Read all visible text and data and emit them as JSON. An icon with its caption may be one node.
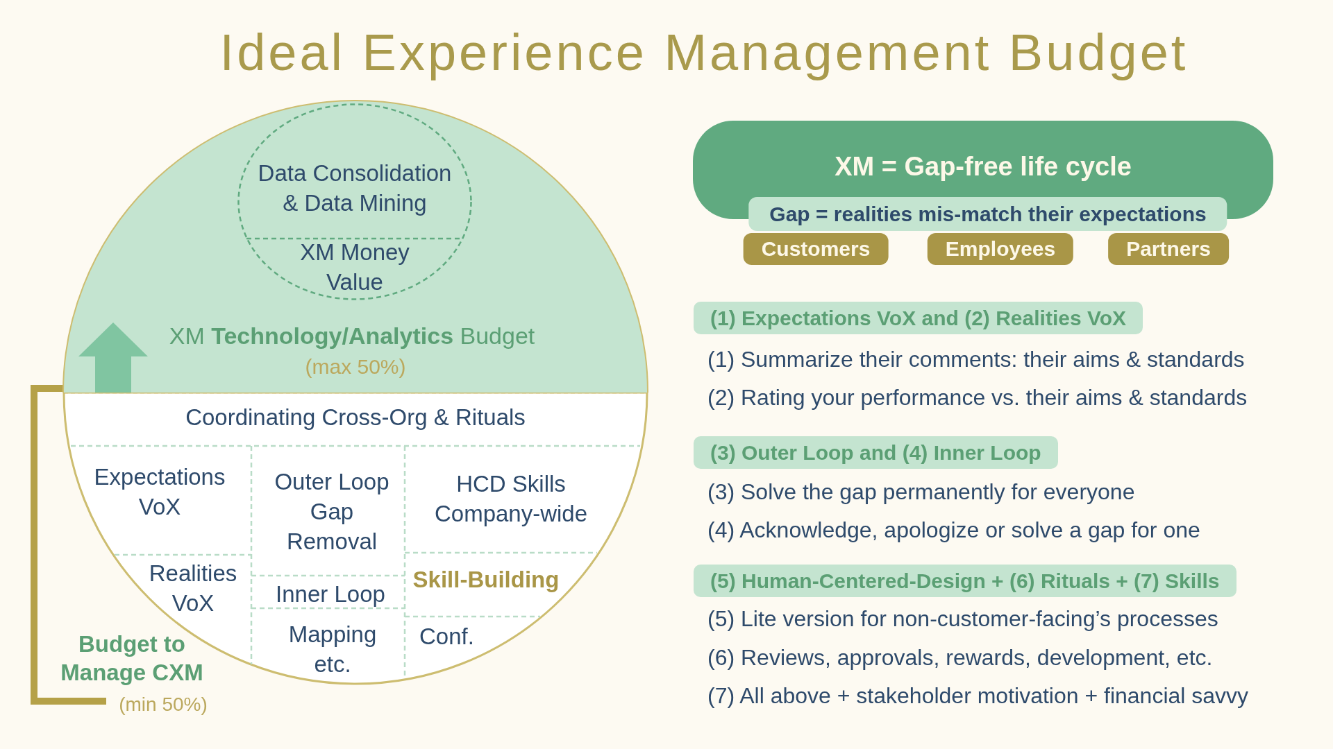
{
  "diagram": {
    "title": "Ideal Experience Management Budget",
    "nodes": [
      {
        "text": [
          "XM **Technology/Analytics** Budget",
          "(max 50%)"
        ]
      },
      {
        "text": [
          "Data Consolidation & Data Mining",
          "XM Money Value"
        ],
        "in": 0
      },
      {
        "text": [
          "Coordinating Cross-Org & Rituals"
        ]
      },
      {
        "text": [
          "Expectations VoX"
        ]
      },
      {
        "text": [
          "Outer Loop Gap Removal"
        ]
      },
      {
        "text": [
          "HCD Skills Company-wide"
        ]
      },
      {
        "text": [
          "Realities VoX"
        ]
      },
      {
        "text": [
          "Inner Loop"
        ]
      },
      {
        "text": [
          "Skill-Building"
        ]
      },
      {
        "text": [
          "Mapping etc."
        ]
      },
      {
        "text": [
          "Conf."
        ]
      },
      {
        "text": [
          "XM = Gap-free life cycle"
        ]
      },
      {
        "text": [
          "Gap = realities mis-match their expectations"
        ]
      },
      {
        "text": [
          "Customers"
        ]
      },
      {
        "text": [
          "Employees"
        ]
      },
      {
        "text": [
          "Partners"
        ]
      },
      {
        "text": [
          "(1) Expectations VoX and (2) Realities VoX"
        ]
      },
      {
        "text": [
          "(3) Outer Loop and (4) Inner Loop"
        ]
      },
      {
        "text": [
          "(5) Human-Centered-Design + (6) Rituals + (7) Skills"
        ]
      }
    ],
    "labels": [
      "Budget to Manage CXM",
      "(min 50%)",
      "(1) Summarize their comments: their aims & standards",
      "(2) Rating your performance vs. their aims & standards",
      "(3) Solve the gap permanently for everyone",
      "(4) Acknowledge, apologize or solve a gap for one",
      "(5) Lite version for non-customer-facing’s processes",
      "(6) Reviews, approvals, rewards, development, etc.",
      "(7) All above + stakeholder motivation + financial savvy"
    ]
  }
}
